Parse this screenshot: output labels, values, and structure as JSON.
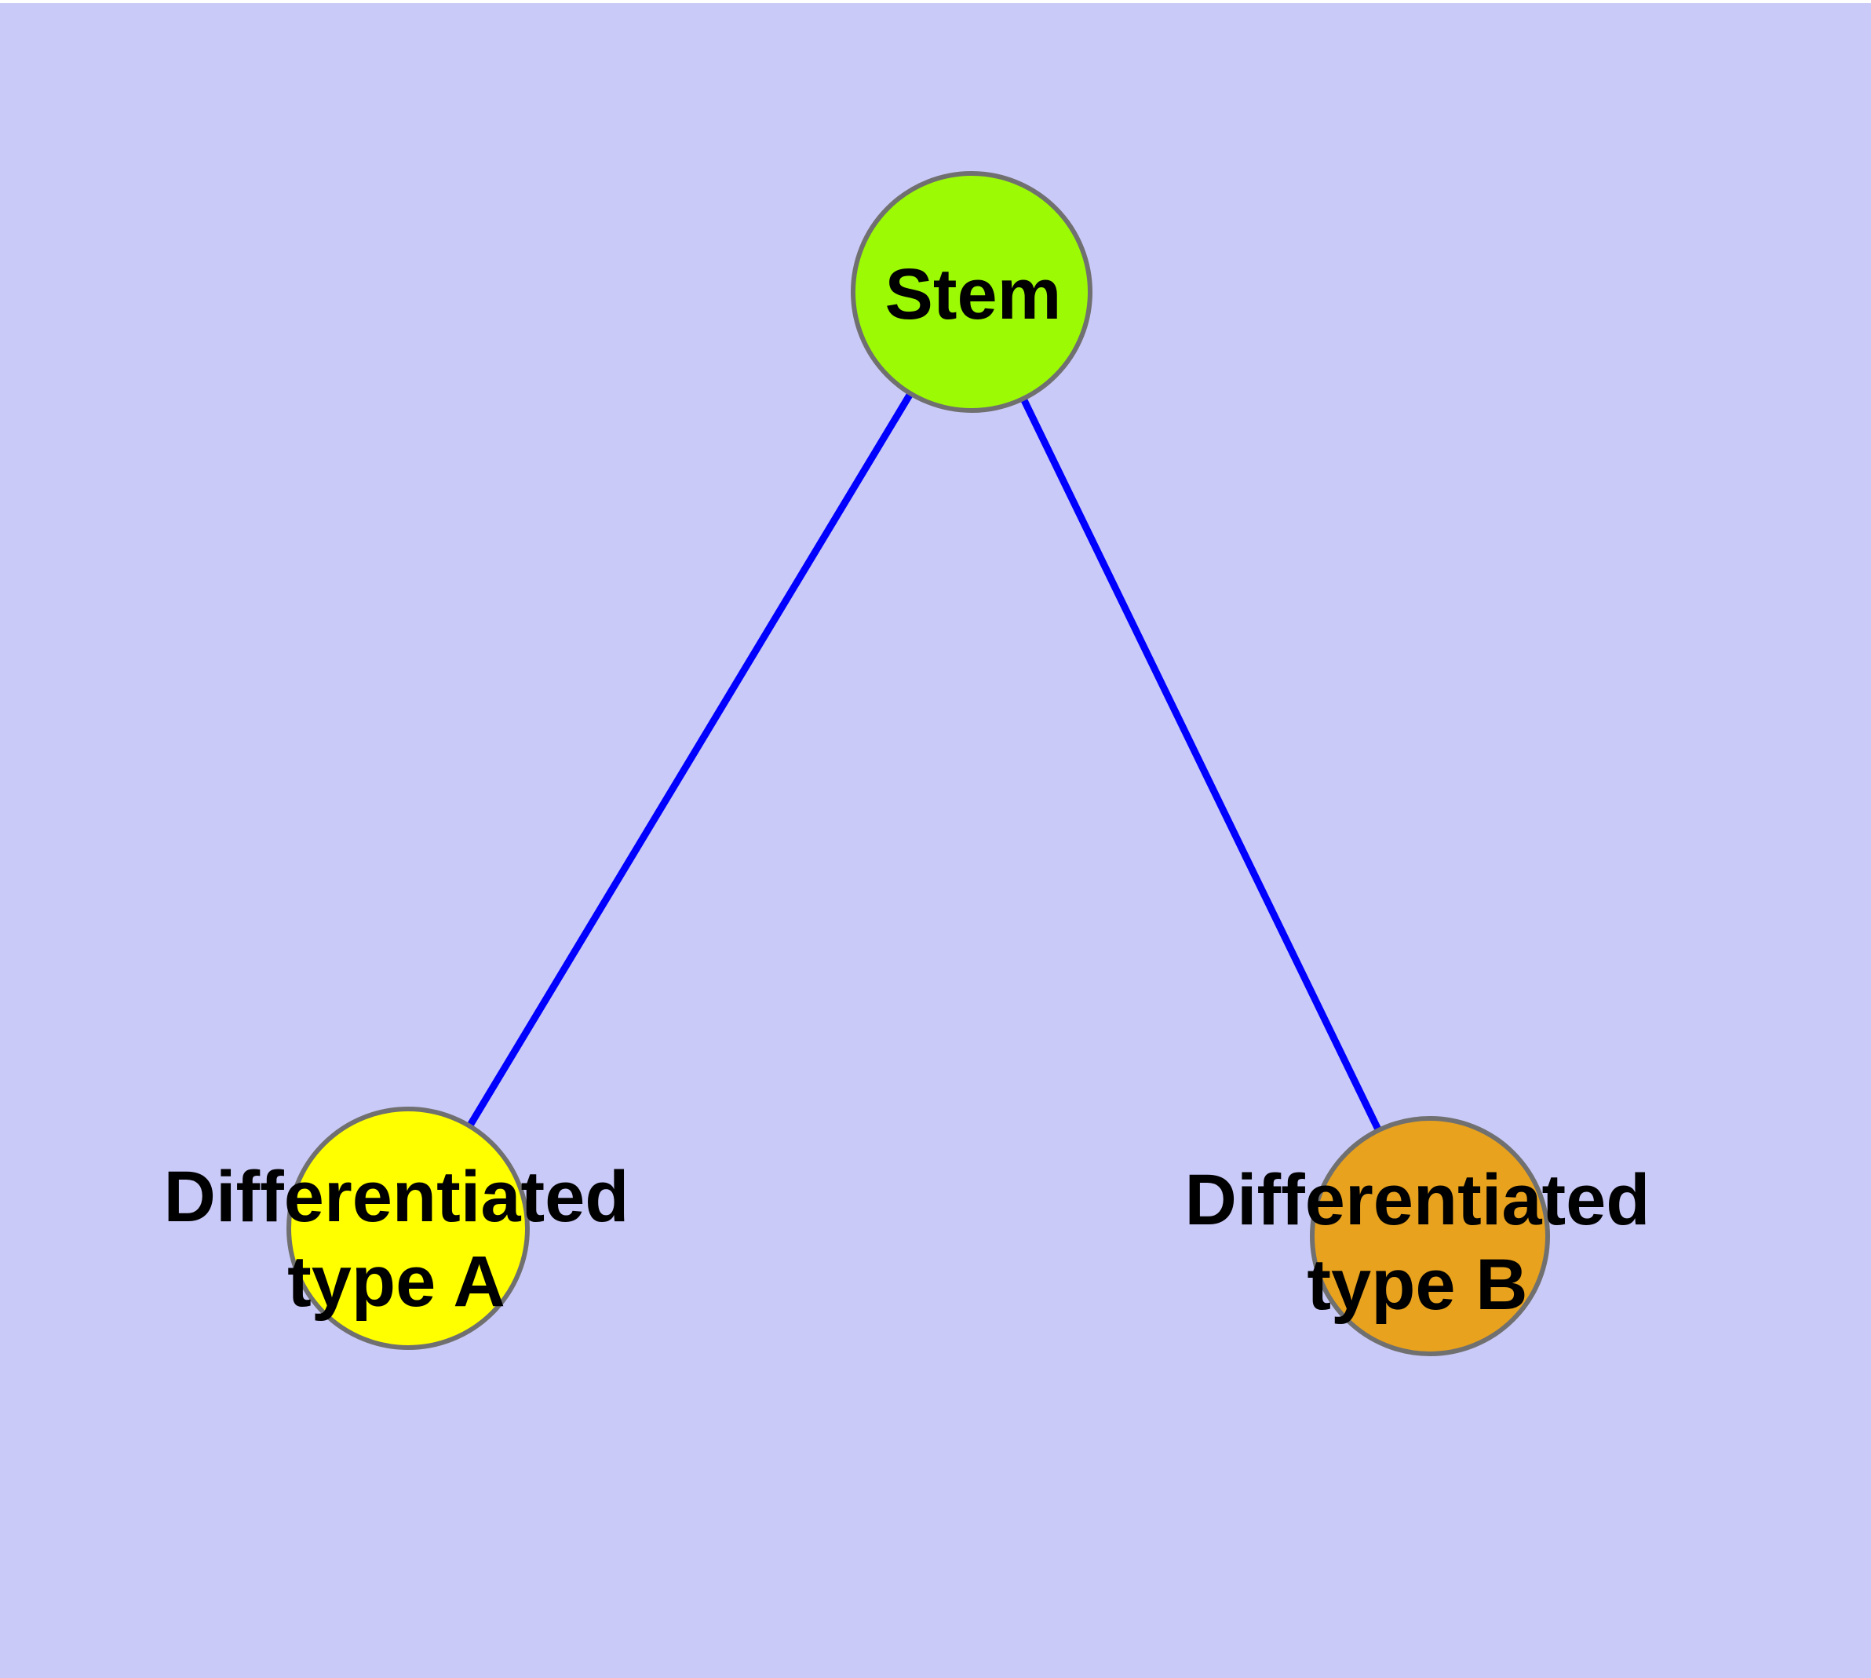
{
  "canvas": {
    "background_color": "#CACAF8",
    "top_strip_color": "#FFFFFF"
  },
  "graph": {
    "edge_color": "#0000FE",
    "edge_width": 9,
    "node_border_color": "#707070",
    "node_border_width": 6,
    "label_color": "#000000",
    "nodes": [
      {
        "id": "stem",
        "label": "Stem",
        "label_lines": [
          "Stem"
        ],
        "fill_color": "#9CFA05"
      },
      {
        "id": "differentiated-type-a",
        "label": "Differentiated type A",
        "label_lines": [
          "Differentiated",
          "type A"
        ],
        "fill_color": "#FFFF00"
      },
      {
        "id": "differentiated-type-b",
        "label": "Differentiated type B",
        "label_lines": [
          "Differentiated",
          "type B"
        ],
        "fill_color": "#E8A21E"
      }
    ],
    "edges": [
      {
        "from": "Stem",
        "to": "Differentiated type A"
      },
      {
        "from": "Stem",
        "to": "Differentiated type B"
      }
    ]
  }
}
